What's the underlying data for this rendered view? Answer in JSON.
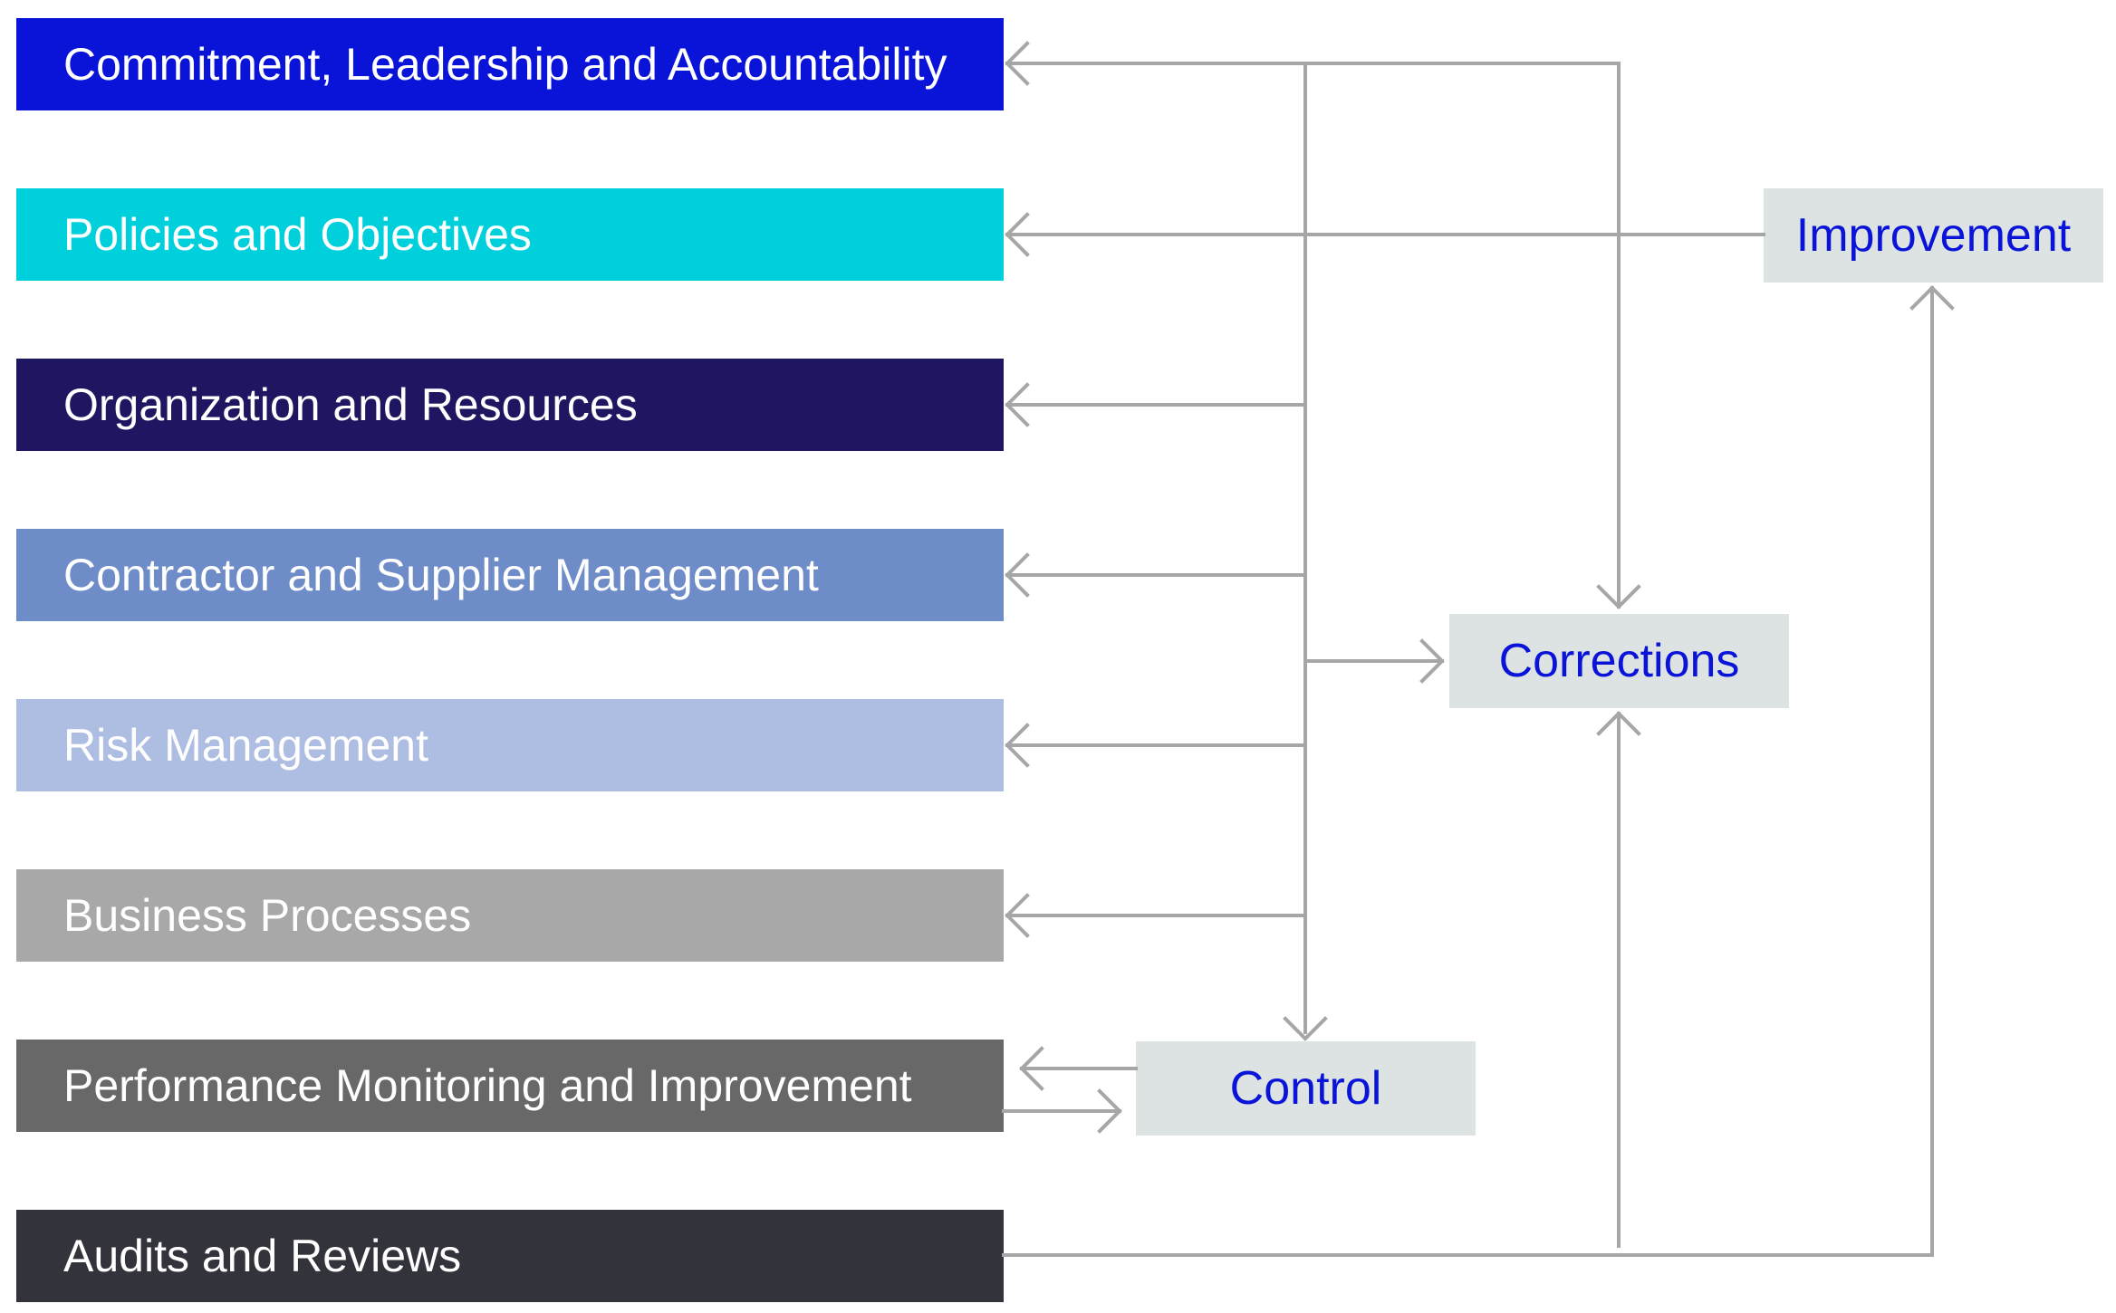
{
  "modules": [
    {
      "label": "Commitment, Leadership and Accountability",
      "color": "#0a14d8"
    },
    {
      "label": "Policies and Objectives",
      "color": "#00d0dc"
    },
    {
      "label": "Organization and Resources",
      "color": "#1e1660"
    },
    {
      "label": "Contractor and Supplier Management",
      "color": "#6e8cc8"
    },
    {
      "label": "Risk Management",
      "color": "#aebde2"
    },
    {
      "label": "Business Processes",
      "color": "#a8a8a8"
    },
    {
      "label": "Performance Monitoring and Improvement",
      "color": "#686868"
    },
    {
      "label": "Audits and Reviews",
      "color": "#33333c"
    }
  ],
  "nodes": {
    "improvement": {
      "label": "Improvement"
    },
    "corrections": {
      "label": "Corrections"
    },
    "control": {
      "label": "Control"
    }
  },
  "colors": {
    "connector": "#a6a6a6",
    "node_background": "#dde3e3",
    "node_text": "#0a14d8",
    "module_text": "#ffffff"
  }
}
